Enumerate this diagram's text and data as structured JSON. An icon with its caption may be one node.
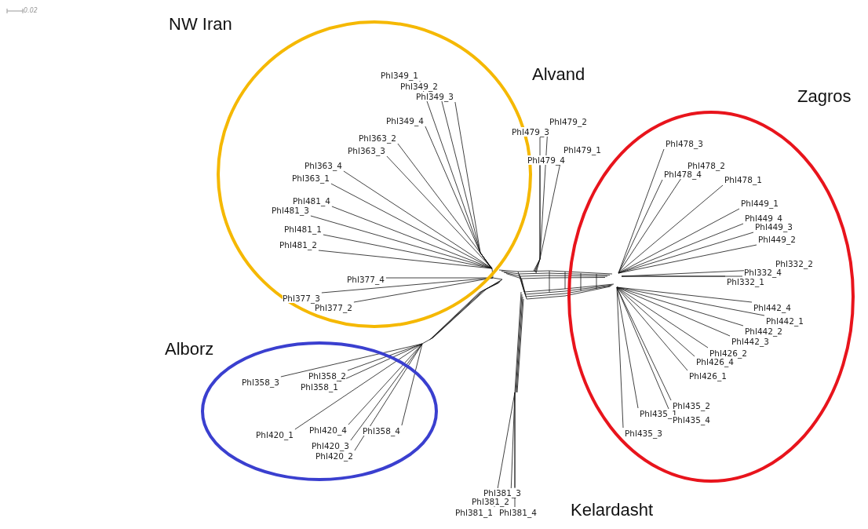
{
  "diagram": {
    "nodes": [
      {
        "text": [
          "NW Iran"
        ]
      },
      {
        "text": [
          "Zagros"
        ]
      },
      {
        "text": [
          "Alborz"
        ]
      }
    ],
    "edges": [],
    "labels": [
      "0.02",
      "Alvand",
      "Phl349_1",
      "Phl349_2",
      "Phl349_3",
      "Phl349_4",
      "Phl363_2",
      "Phl363_3",
      "Phl363_4",
      "Phl363_1",
      "Phl481_4",
      "Phl481_3",
      "Phl481_1",
      "Phl481_2",
      "Phl377_4",
      "Phl377_3",
      "Phl377_2",
      "Phl479_2",
      "Phl479_3",
      "Phl479_1",
      "Phl479_4",
      "Phl478_3",
      "Phl478_2",
      "Phl478_4",
      "Phl478_1",
      "Phl449_1",
      "Phl449_4",
      "Phl449_3",
      "Phl449_2",
      "Phl332_2",
      "Phl332_4",
      "Phl332_1",
      "Phl442_4",
      "Phl442_1",
      "Phl442_2",
      "Phl442_3",
      "Phl426_2",
      "Phl426_4",
      "Phl426_1",
      "Phl435_2",
      "Phl435_1",
      "Phl435_4",
      "Phl435_3",
      "Phl358_3",
      "Phl358_2",
      "Phl358_1",
      "Phl420_1",
      "Phl420_4",
      "Phl358_4",
      "Phl420_3",
      "Phl420_2",
      "Phl381_3",
      "Phl381_2",
      "Phl381_1",
      "Phl381_4",
      "Kelardasht"
    ]
  }
}
